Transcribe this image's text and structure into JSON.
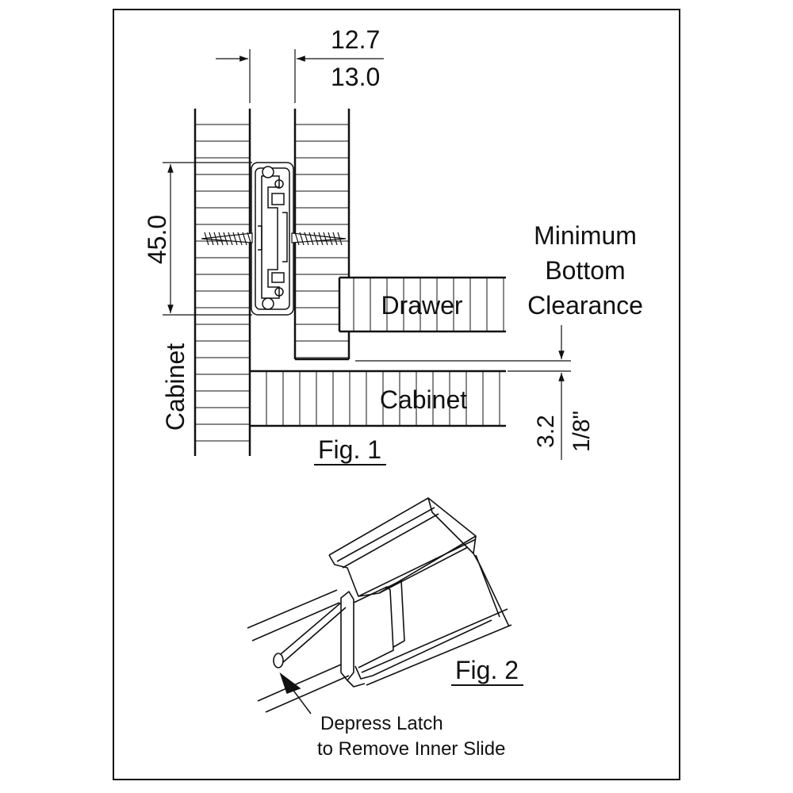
{
  "fig1": {
    "dim_width_top": "12.7",
    "dim_width_bottom": "13.0",
    "dim_height": "45.0",
    "drawer_label": "Drawer",
    "cabinet_side_label": "Cabinet",
    "cabinet_bottom_label": "Cabinet",
    "clearance_title_line1": "Minimum",
    "clearance_title_line2": "Bottom",
    "clearance_title_line3": "Clearance",
    "clearance_mm": "3.2",
    "clearance_in": "1/8\"",
    "caption": "Fig. 1"
  },
  "fig2": {
    "caption": "Fig. 2",
    "note_line1": "Depress Latch",
    "note_line2": "to Remove Inner Slide"
  }
}
